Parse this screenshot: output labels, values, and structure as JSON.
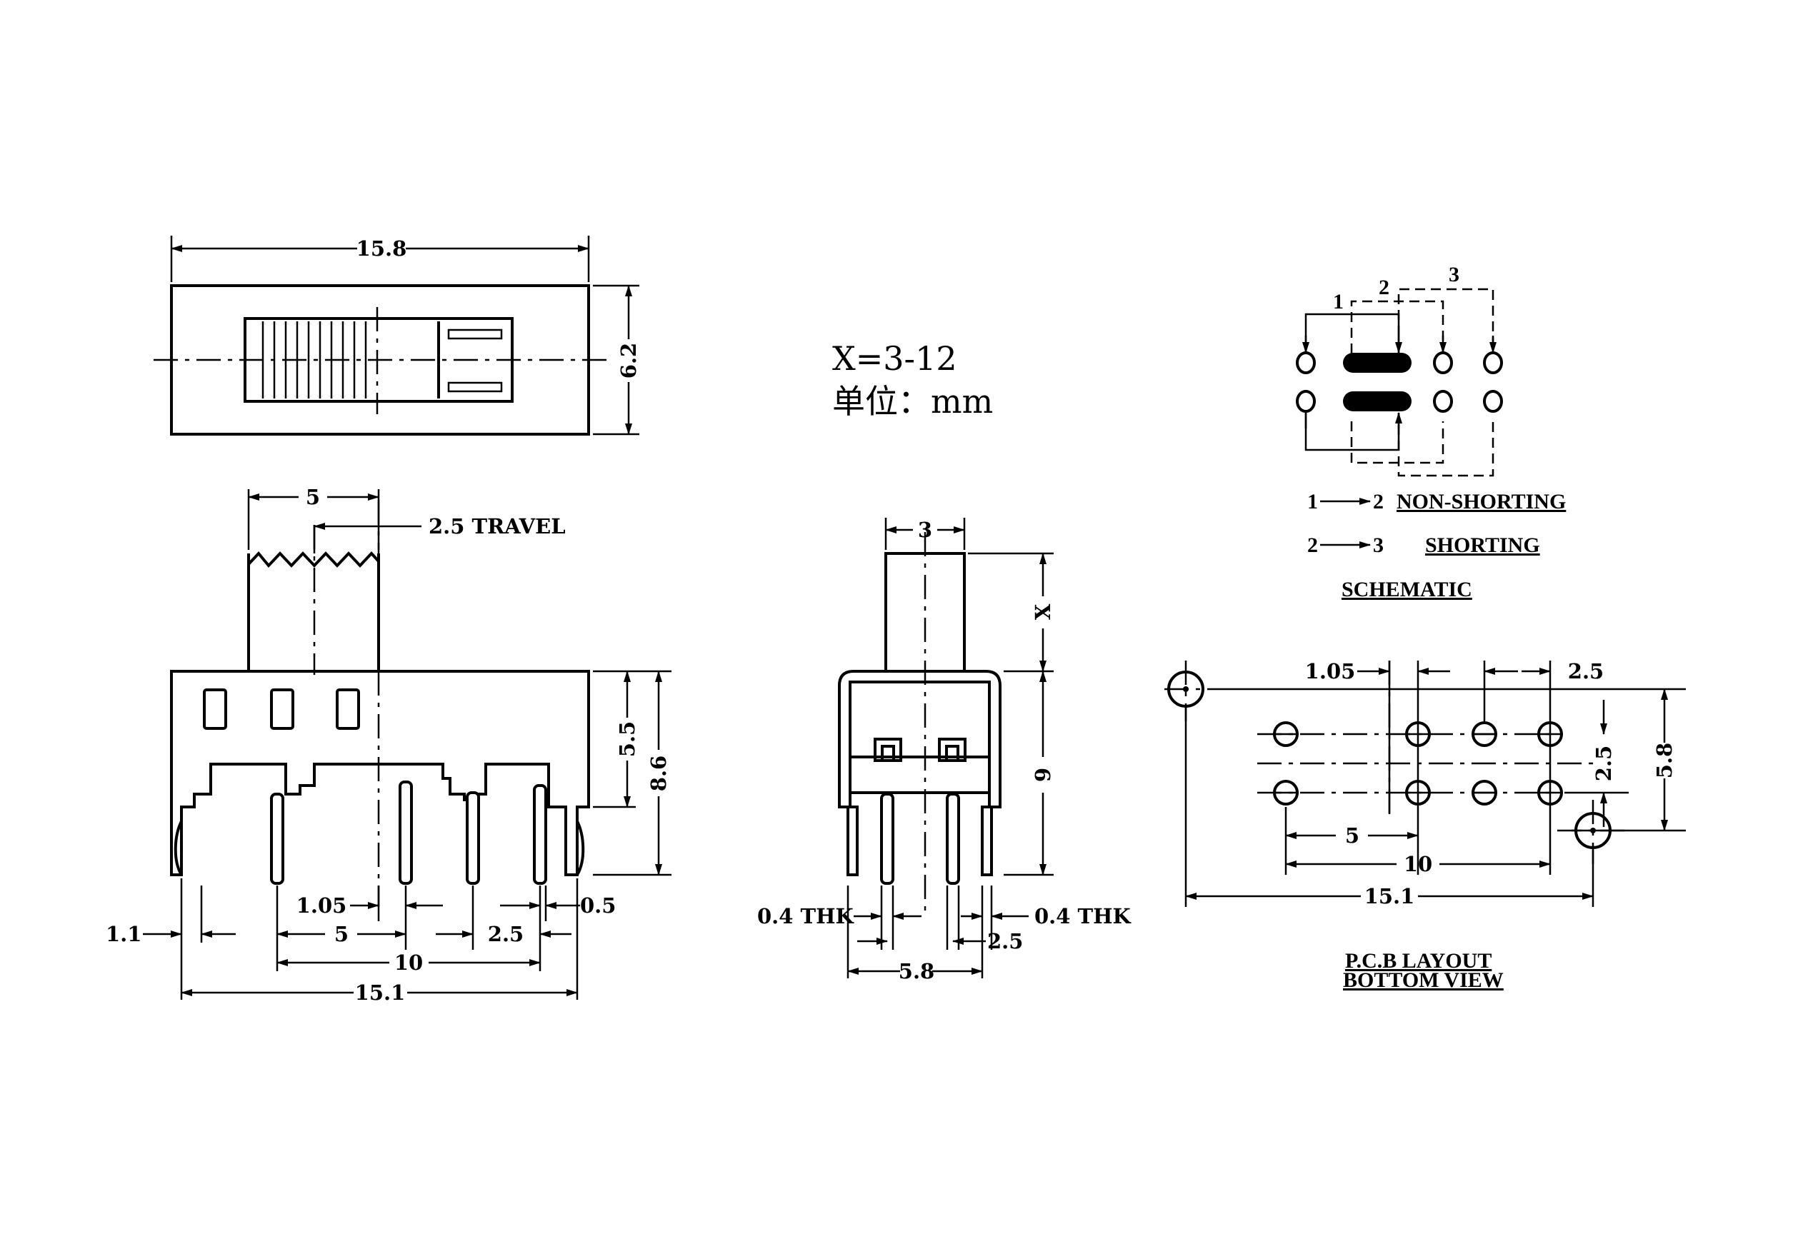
{
  "dims": {
    "top_length": "15.8",
    "top_height": "6.2",
    "lever_width": "5",
    "travel": "2.5 TRAVEL",
    "body_height": "5.5",
    "total_height": "8.6",
    "pin_left_offset": "1.1",
    "pin_width": "1.05",
    "pitch_5": "5",
    "pitch_2_5": "2.5",
    "pin_0_5": "0.5",
    "span_10": "10",
    "span_15_1": "15.1",
    "side_lever": "3",
    "side_x": "X",
    "side_9": "9",
    "thk_left": "0.4 THK",
    "thk_right": "0.4 THK",
    "side_2_5": "2.5",
    "side_5_8": "5.8"
  },
  "spec": {
    "x_range": "X=3-12",
    "unit": "单位：mm"
  },
  "schematic": {
    "pos1": "1",
    "pos2": "2",
    "pos3": "3",
    "row1_from": "1",
    "row1_to": "2",
    "row1_label": "NON-SHORTING",
    "row2_from": "2",
    "row2_to": "3",
    "row2_label": "SHORTING",
    "title": "SCHEMATIC"
  },
  "pcb": {
    "hole_1_05": "1.05",
    "pitch_2_5": "2.5",
    "row_2_5": "2.5",
    "height_5_8": "5.8",
    "span_5": "5",
    "span_10": "10",
    "span_15_1": "15.1",
    "title_line1": "P.C.B LAYOUT",
    "title_line2": "BOTTOM VIEW"
  }
}
